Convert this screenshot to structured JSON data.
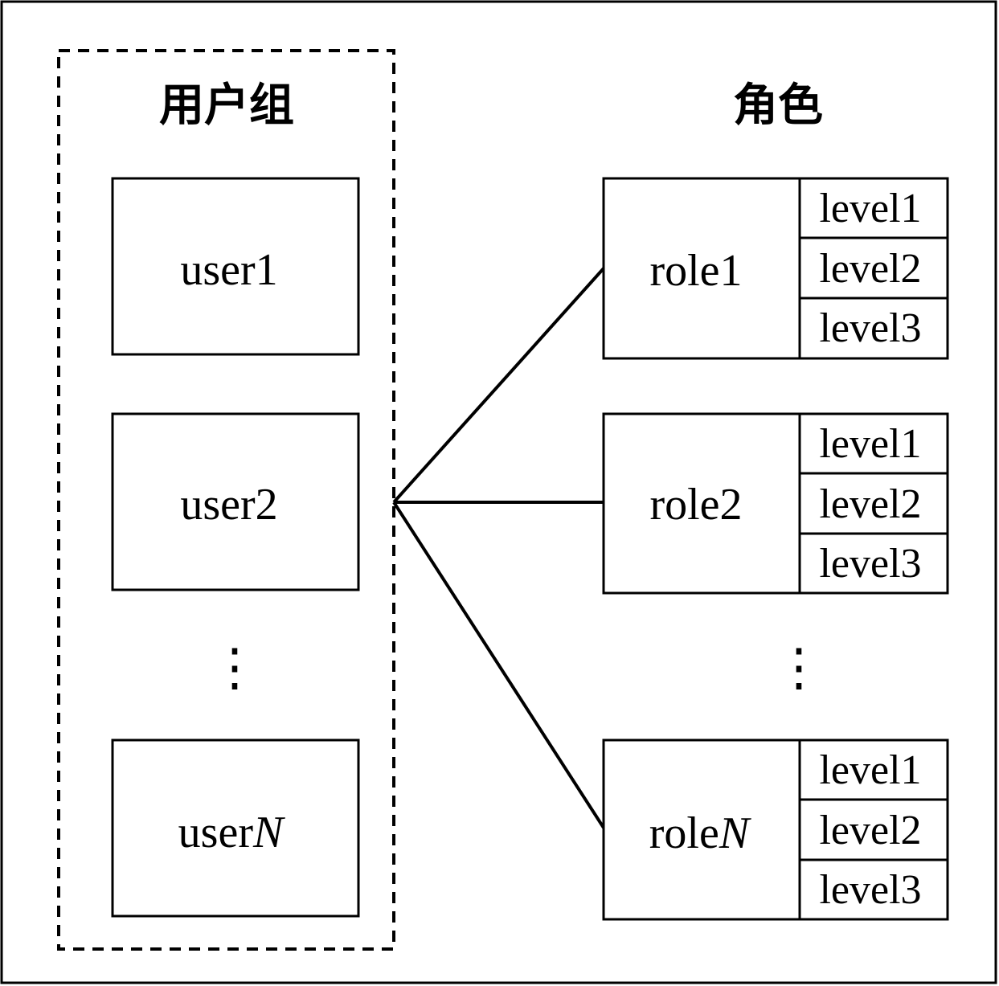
{
  "diagram": {
    "group_title": "用户组",
    "role_title": "角色",
    "users": [
      {
        "prefix": "user",
        "suffix": "1",
        "suffix_italic": false
      },
      {
        "prefix": "user",
        "suffix": "2",
        "suffix_italic": false
      },
      {
        "prefix": "user",
        "suffix": "N",
        "suffix_italic": true
      }
    ],
    "roles": [
      {
        "prefix": "role",
        "suffix": "1",
        "suffix_italic": false,
        "levels": [
          "level1",
          "level2",
          "level3"
        ]
      },
      {
        "prefix": "role",
        "suffix": "2",
        "suffix_italic": false,
        "levels": [
          "level1",
          "level2",
          "level3"
        ]
      },
      {
        "prefix": "role",
        "suffix": "N",
        "suffix_italic": true,
        "levels": [
          "level1",
          "level2",
          "level3"
        ]
      }
    ],
    "ellipsis": "⋮"
  }
}
